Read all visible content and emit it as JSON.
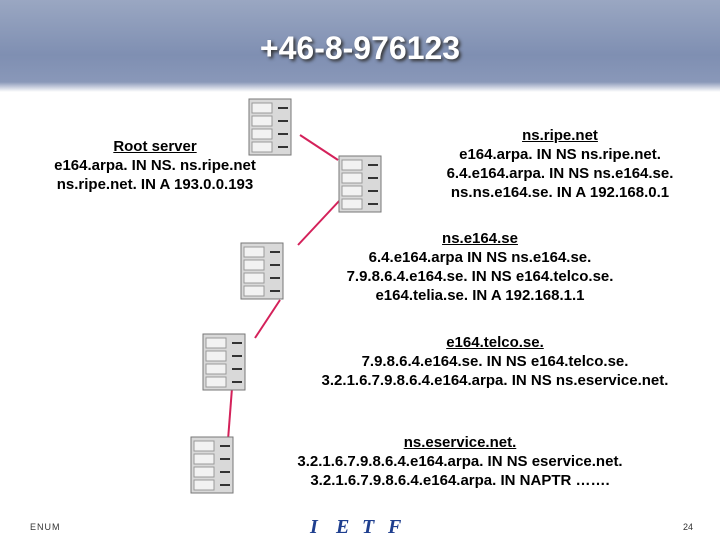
{
  "title": "+46-8-976123",
  "root": {
    "heading": "Root server",
    "lines": [
      "e164.arpa. IN NS. ns.ripe.net",
      "ns.ripe.net. IN A 193.0.0.193"
    ]
  },
  "ripe": {
    "heading": "ns.ripe.net",
    "lines": [
      "e164.arpa. IN NS ns.ripe.net.",
      "6.4.e164.arpa. IN NS ns.e164.se.",
      "ns.ns.e164.se. IN A 192.168.0.1"
    ]
  },
  "e164se": {
    "heading": "ns.e164.se",
    "lines": [
      "6.4.e164.arpa IN NS ns.e164.se.",
      "7.9.8.6.4.e164.se. IN NS e164.telco.se.",
      "e164.telia.se. IN A 192.168.1.1"
    ]
  },
  "telco": {
    "heading": "e164.telco.se.",
    "lines": [
      "7.9.8.6.4.e164.se. IN NS e164.telco.se.",
      "3.2.1.6.7.9.8.6.4.e164.arpa. IN NS ns.eservice.net."
    ]
  },
  "eservice": {
    "heading": "ns.eservice.net.",
    "lines": [
      "3.2.1.6.7.9.8.6.4.e164.arpa. IN NS eservice.net.",
      "3.2.1.6.7.9.8.6.4.e164.arpa. IN NAPTR ……."
    ]
  },
  "footer": {
    "left": "ENUM",
    "page": "24",
    "logo_letters": [
      "I",
      "E",
      "T",
      "F"
    ]
  },
  "colors": {
    "link": "#d4215a",
    "title_bg": "#8a98b8",
    "logo": "#1f3f8f"
  }
}
